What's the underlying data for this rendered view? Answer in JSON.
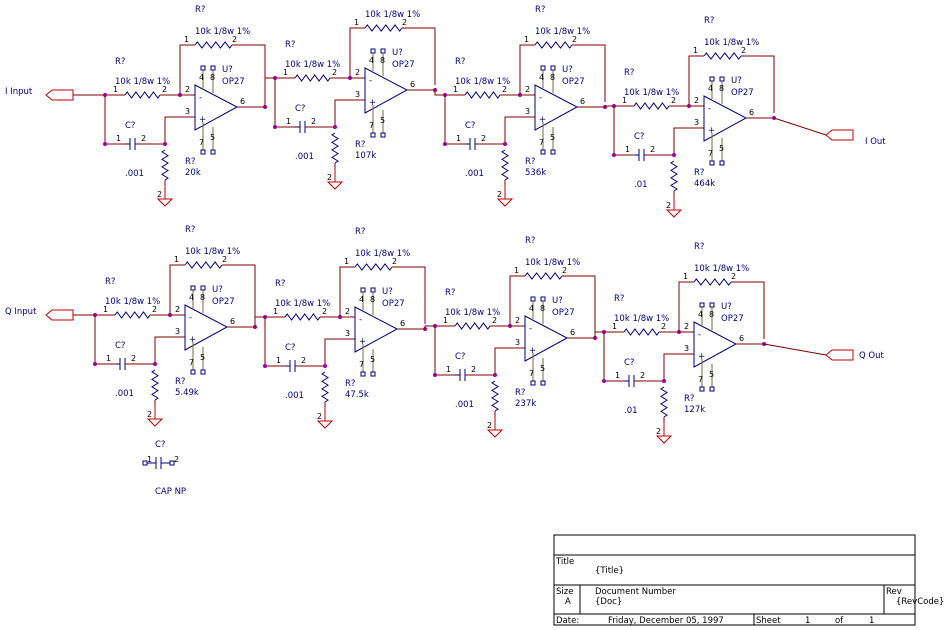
{
  "ports": {
    "i_input": "I Input",
    "i_out": "I Out",
    "q_input": "Q Input",
    "q_out": "Q Out"
  },
  "stages": {
    "i": [
      {
        "r_in": "10k 1/8w 1%",
        "r_fb": "10k 1/8w 1%",
        "cap": ".001",
        "r_gnd": "20k"
      },
      {
        "r_in": "10k 1/8w 1%",
        "r_fb": "10k 1/8w 1%",
        "cap": ".001",
        "r_gnd": "107k"
      },
      {
        "r_in": "10k 1/8w 1%",
        "r_fb": "10k 1/8w 1%",
        "cap": ".001",
        "r_gnd": "536k"
      },
      {
        "r_in": "10k 1/8w 1%",
        "r_fb": "10k 1/8w 1%",
        "cap": ".01",
        "r_gnd": "464k"
      }
    ],
    "q": [
      {
        "r_in": "10k 1/8w 1%",
        "r_fb": "10k 1/8w 1%",
        "cap": ".001",
        "r_gnd": "5.49k"
      },
      {
        "r_in": "10k 1/8w 1%",
        "r_fb": "10k 1/8w 1%",
        "cap": ".001",
        "r_gnd": "47.5k"
      },
      {
        "r_in": "10k 1/8w 1%",
        "r_fb": "10k 1/8w 1%",
        "cap": ".001",
        "r_gnd": "237k"
      },
      {
        "r_in": "10k 1/8w 1%",
        "r_fb": "10k 1/8w 1%",
        "cap": ".01",
        "r_gnd": "127k"
      }
    ]
  },
  "refs": {
    "resistor": "R?",
    "capacitor": "C?",
    "opamp": "U?",
    "opamp_part": "OP27",
    "rv": "R?~"
  },
  "spare_cap": {
    "ref": "C?",
    "value": "CAP NP"
  },
  "title_block": {
    "title_label": "Title",
    "title_value": "{Title}",
    "size_label": "Size",
    "size_value": "A",
    "docnum_label": "Document Number",
    "docnum_value": "{Doc}",
    "rev_label": "Rev",
    "rev_value": "{RevCode}",
    "date_label": "Date:",
    "date_value": "Friday, December 05, 1997",
    "sheet_label": "Sheet",
    "sheet_value": "1",
    "of_label": "of",
    "sheet_total": "1"
  }
}
